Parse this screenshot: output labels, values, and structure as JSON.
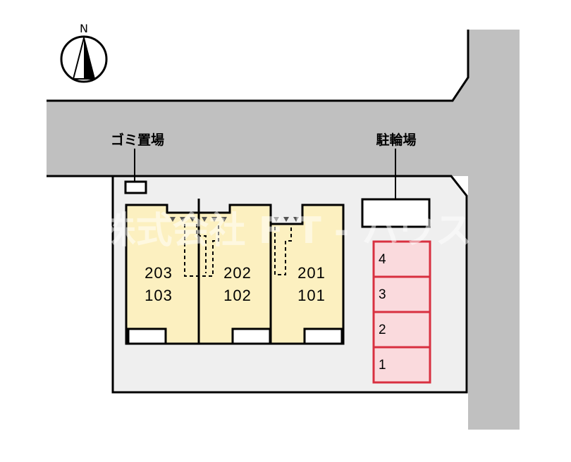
{
  "compass": {
    "label": "N",
    "icon": "north-arrow-icon"
  },
  "labels": {
    "garbage": "ゴミ置場",
    "bicycle": "駐輪場"
  },
  "units": [
    {
      "upper": "203",
      "lower": "103"
    },
    {
      "upper": "202",
      "lower": "102"
    },
    {
      "upper": "201",
      "lower": "101"
    }
  ],
  "parking": [
    "4",
    "3",
    "2",
    "1"
  ],
  "watermark": "株式会社 F T - ハウス",
  "colors": {
    "road": "#c0c0c0",
    "lot": "#efefef",
    "building": "#fcf0c0",
    "parking_fill": "#fadadd",
    "parking_border": "#d83040"
  }
}
